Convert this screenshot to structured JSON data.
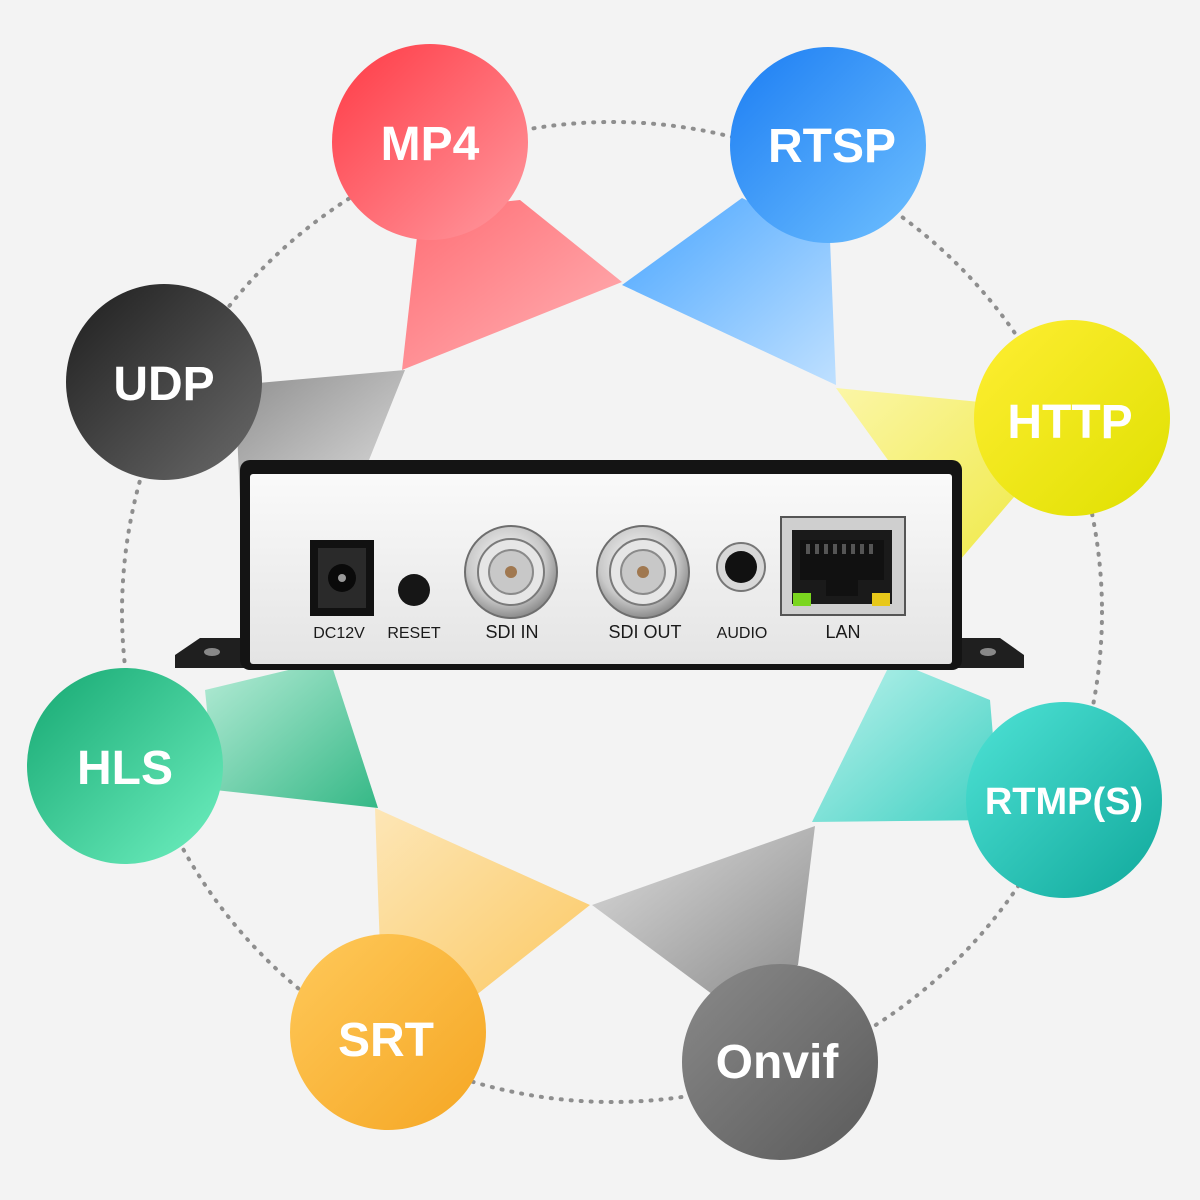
{
  "protocols": [
    {
      "id": "mp4",
      "label": "MP4",
      "color": "#ff5a5f"
    },
    {
      "id": "rtsp",
      "label": "RTSP",
      "color": "#2f8ef5"
    },
    {
      "id": "http",
      "label": "HTTP",
      "color": "#e8e81a"
    },
    {
      "id": "rtmps",
      "label": "RTMP(S)",
      "color": "#2cc6b9"
    },
    {
      "id": "onvif",
      "label": "Onvif",
      "color": "#6e6e6e"
    },
    {
      "id": "srt",
      "label": "SRT",
      "color": "#fbb43a"
    },
    {
      "id": "hls",
      "label": "HLS",
      "color": "#28c08a"
    },
    {
      "id": "udp",
      "label": "UDP",
      "color": "#3a3a3a"
    }
  ],
  "device": {
    "ports": {
      "dc": "DC12V",
      "reset": "RESET",
      "sdi_in": "SDI IN",
      "sdi_out": "SDI OUT",
      "audio": "AUDIO",
      "lan": "LAN"
    }
  }
}
